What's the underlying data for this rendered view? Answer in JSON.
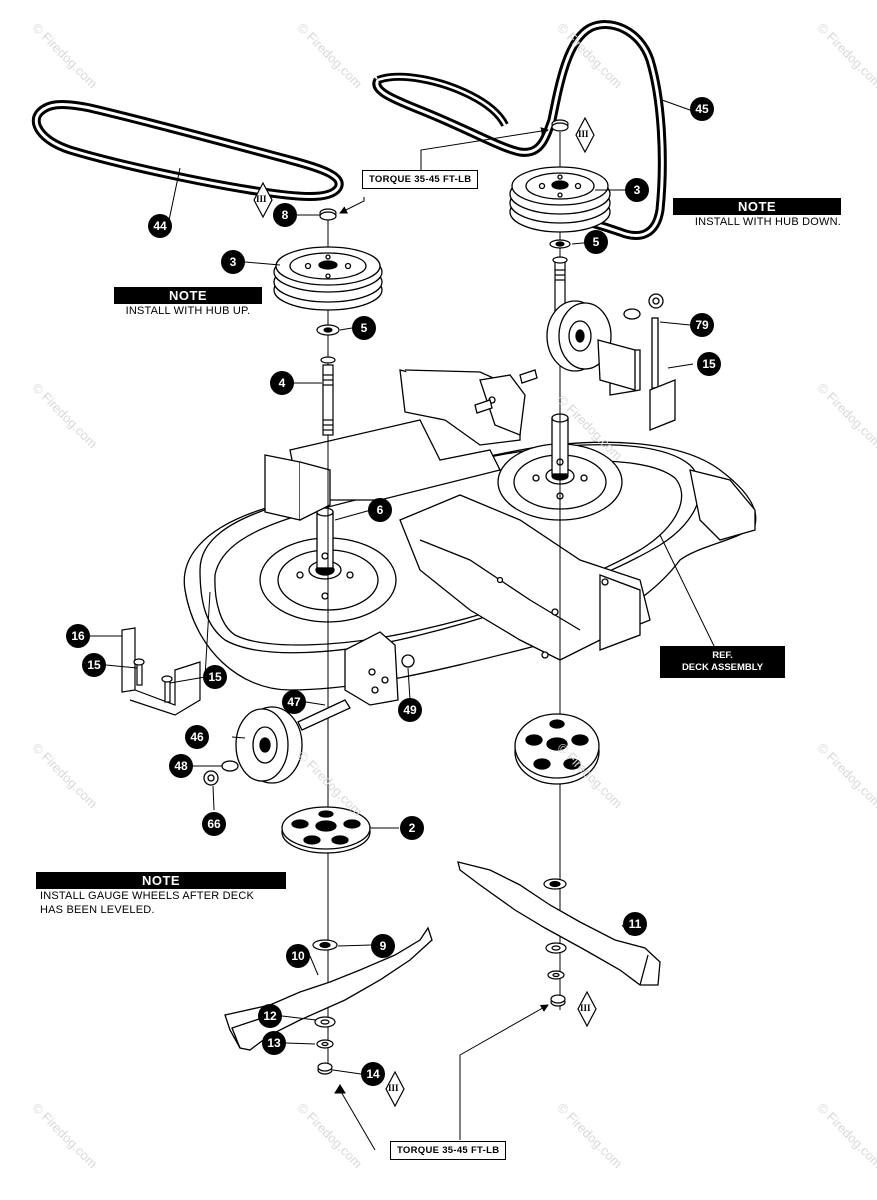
{
  "callouts": {
    "c44": "44",
    "c45": "45",
    "c3a": "3",
    "c3b": "3",
    "c8": "8",
    "c5a": "5",
    "c5b": "5",
    "c4": "4",
    "c6": "6",
    "c79": "79",
    "c15a": "15",
    "c16": "16",
    "c15b": "15",
    "c15c": "15",
    "c47": "47",
    "c46": "46",
    "c49": "49",
    "c48": "48",
    "c66": "66",
    "c2": "2",
    "c9": "9",
    "c10": "10",
    "c12": "12",
    "c13": "13",
    "c14": "14",
    "c11": "11"
  },
  "notes": {
    "top_right": {
      "title": "NOTE",
      "body": "INSTALL WITH HUB DOWN."
    },
    "top_left": {
      "title": "NOTE",
      "body": "INSTALL WITH HUB UP."
    },
    "bottom_left": {
      "title": "NOTE",
      "body_line1": "INSTALL GAUGE WHEELS AFTER DECK",
      "body_line2": "HAS BEEN LEVELED."
    }
  },
  "torque": {
    "top": "TORQUE 35-45 FT-LB",
    "bottom": "TORQUE 35-45 FT-LB"
  },
  "ref": {
    "line1": "REF.",
    "line2": "DECK ASSEMBLY"
  },
  "diamond_symbol": "III",
  "watermark": {
    "brand": "© Firedog.com"
  }
}
